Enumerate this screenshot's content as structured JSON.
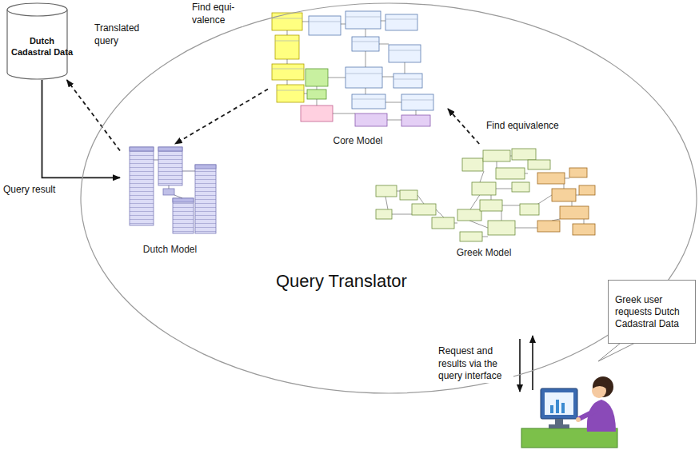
{
  "diagram": {
    "nodes": [
      {
        "text": [
          "Dutch Cadastral Data"
        ]
      },
      {
        "text": [
          "Query Translator"
        ]
      },
      {
        "text": [
          "Core Model"
        ],
        "in": 1
      },
      {
        "text": [
          "Dutch Model"
        ],
        "in": 1
      },
      {
        "text": [
          "Greek Model"
        ],
        "in": 1
      },
      {
        "text": [
          "Greek user requests Dutch Cadastral Data"
        ]
      }
    ],
    "edges": [
      {
        "from": 2,
        "to": 3,
        "label": "Find equi- valence",
        "arrow": "to"
      },
      {
        "from": 4,
        "to": 2,
        "label": "Find equivalence",
        "arrow": "to"
      },
      {
        "from": 3,
        "to": 0,
        "label": "Translated query",
        "arrow": "to"
      },
      {
        "from": 0,
        "to": 3,
        "label": "Query result",
        "arrow": "to"
      }
    ],
    "labels": [
      "Request and results via the query interface"
    ]
  }
}
